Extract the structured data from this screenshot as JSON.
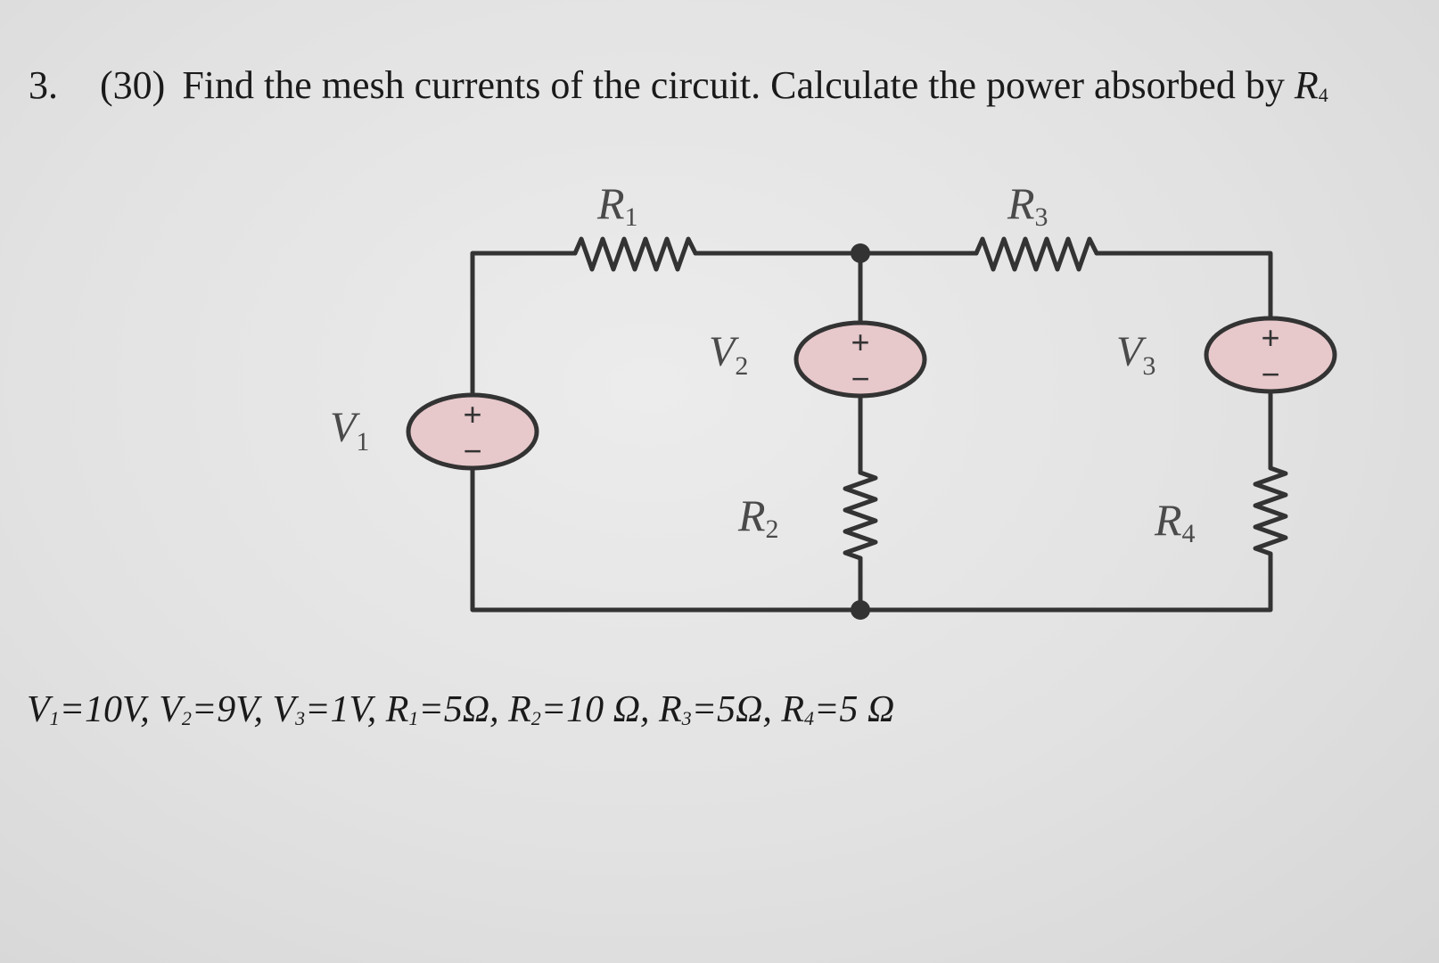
{
  "question": {
    "number": "3.",
    "points": "(30)",
    "text": "Find the mesh currents of the circuit. Calculate the power absorbed by",
    "target_symbol": "R",
    "target_sub": "4"
  },
  "circuit": {
    "labels": {
      "R1": {
        "sym": "R",
        "sub": "1"
      },
      "R2": {
        "sym": "R",
        "sub": "2"
      },
      "R3": {
        "sym": "R",
        "sub": "3"
      },
      "R4": {
        "sym": "R",
        "sub": "4"
      },
      "V1": {
        "sym": "V",
        "sub": "1"
      },
      "V2": {
        "sym": "V",
        "sub": "2"
      },
      "V3": {
        "sym": "V",
        "sub": "3"
      }
    },
    "plus": "+",
    "minus": "−",
    "source_fill": "#e7c8cb",
    "wire_color": "#333333"
  },
  "givens": [
    {
      "sym": "V",
      "sub": "1",
      "value": "=10V,"
    },
    {
      "sym": "V",
      "sub": "2",
      "value": "=9V,"
    },
    {
      "sym": "V",
      "sub": "3",
      "value": "=1V,"
    },
    {
      "sym": "R",
      "sub": "1",
      "value": "=5Ω,"
    },
    {
      "sym": "R",
      "sub": "2",
      "value": "=10 Ω,"
    },
    {
      "sym": "R",
      "sub": "3",
      "value": "=5Ω,"
    },
    {
      "sym": "R",
      "sub": "4",
      "value": "=5 Ω"
    }
  ]
}
